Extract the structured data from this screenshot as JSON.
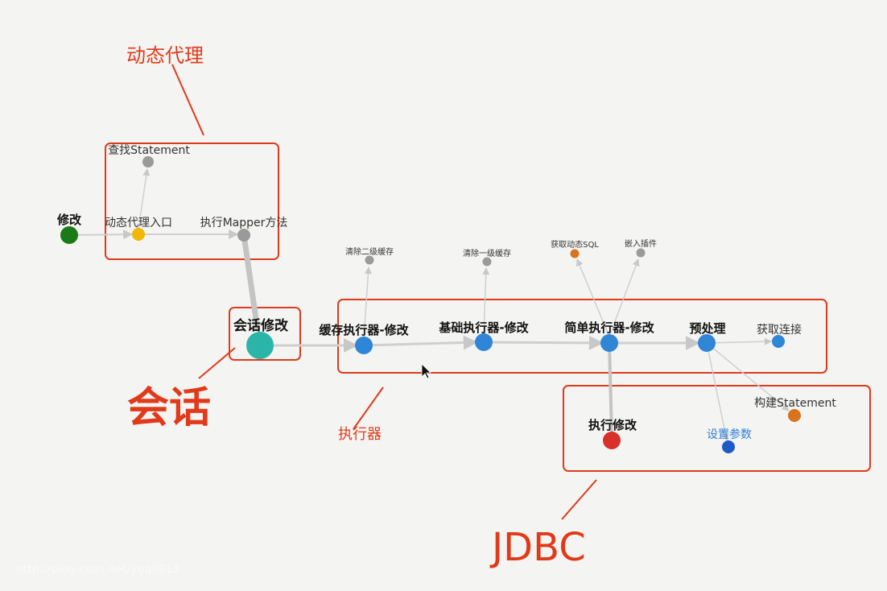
{
  "annotations": {
    "proxy": "动态代理",
    "session": "会话",
    "executor": "执行器",
    "jdbc": "JDBC"
  },
  "nodes": {
    "modify": "修改",
    "find_statement": "查找Statement",
    "proxy_entry": "动态代理入口",
    "exec_mapper": "执行Mapper方法",
    "session_modify": "会话修改",
    "cache_executor": "缓存执行器-修改",
    "clear_l2": "清除二级缓存",
    "base_executor": "基础执行器-修改",
    "clear_l1": "清除一级缓存",
    "simple_executor": "简单执行器-修改",
    "get_dynamic_sql": "获取动态SQL",
    "embed_plugin": "嵌入插件",
    "preprocess": "预处理",
    "get_connection": "获取连接",
    "build_statement": "构建Statement",
    "exec_modify": "执行修改",
    "set_params": "设置参数"
  },
  "watermark": "http://blog.csdn.net/ygq0013",
  "colors": {
    "annotation": "#e03a1a",
    "green": "#1a7a16",
    "yellow": "#f2b705",
    "gray": "#9a9a9a",
    "teal": "#2bb5a8",
    "blue": "#2f86d6",
    "orange": "#d9731e",
    "red": "#d8302a",
    "dark_blue": "#1f5bc4"
  }
}
